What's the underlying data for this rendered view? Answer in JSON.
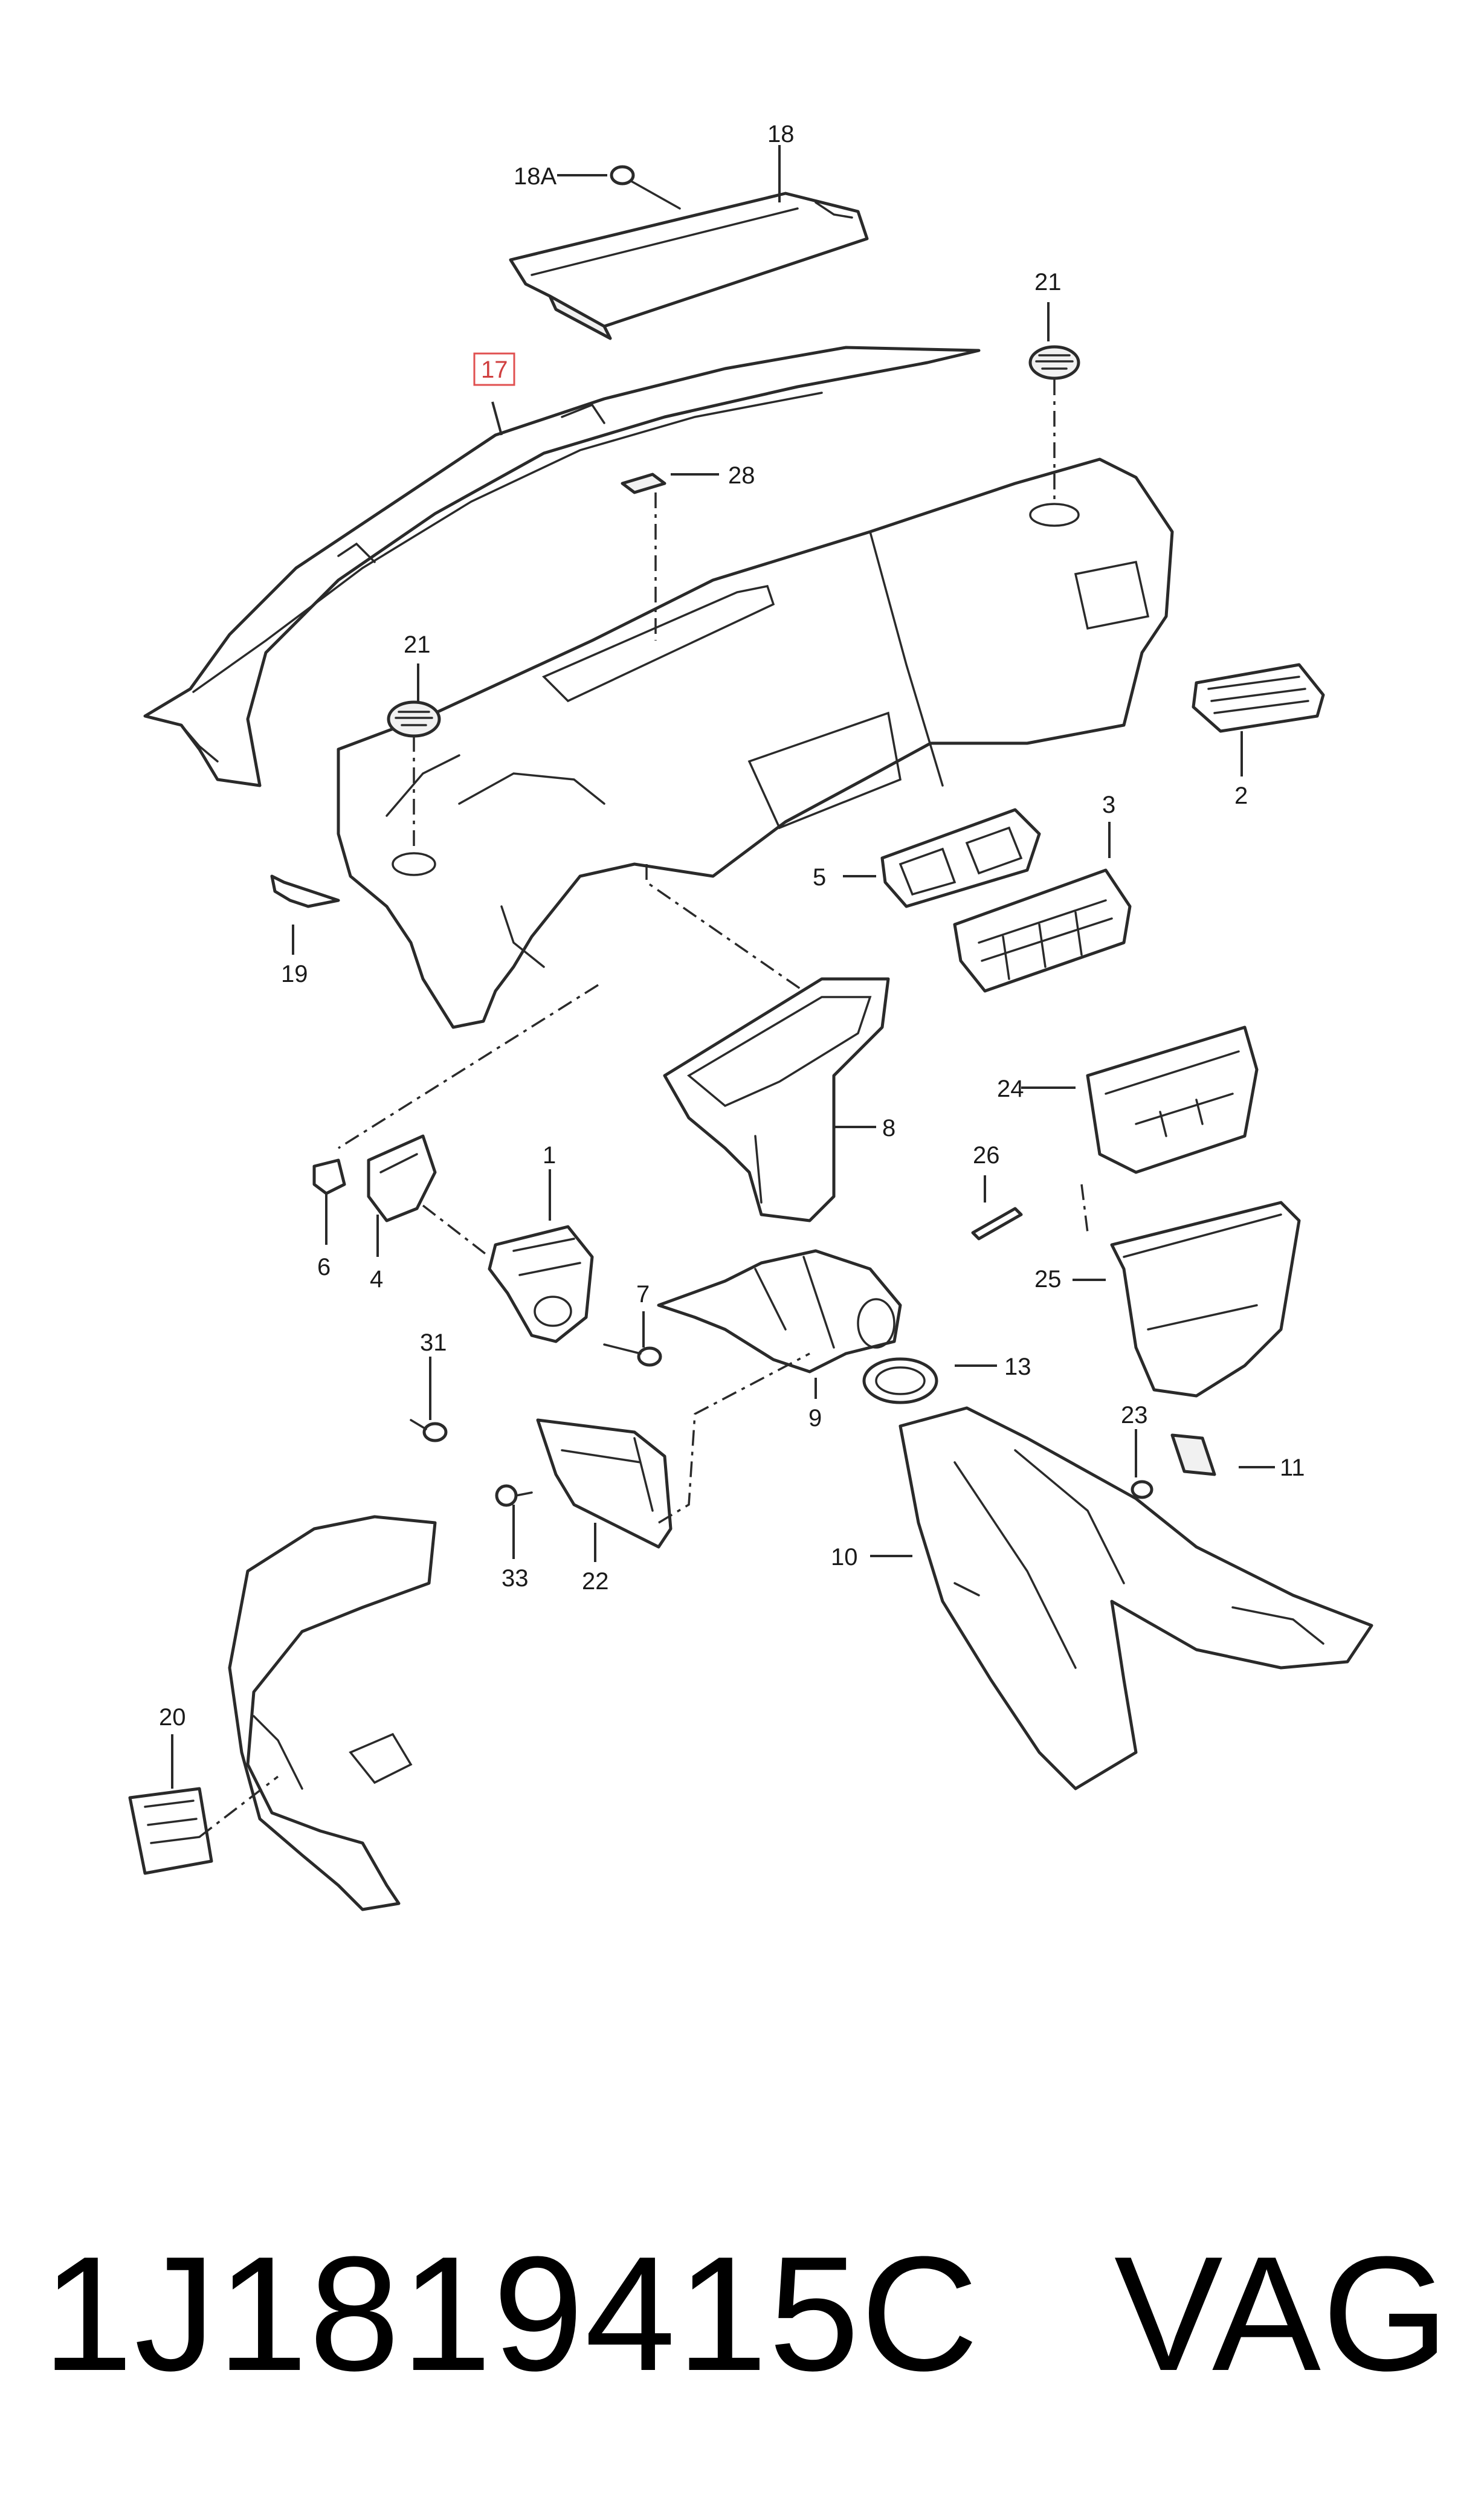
{
  "diagram": {
    "highlight_color": "#e05050",
    "callouts": {
      "c1": "1",
      "c2": "2",
      "c3": "3",
      "c4": "4",
      "c5": "5",
      "c6": "6",
      "c7": "7",
      "c8": "8",
      "c9": "9",
      "c10": "10",
      "c11": "11",
      "c13": "13",
      "c17": "17",
      "c18": "18",
      "c18a": "18A",
      "c19": "19",
      "c20": "20",
      "c21a": "21",
      "c21b": "21",
      "c22": "22",
      "c23": "23",
      "c24": "24",
      "c25": "25",
      "c26": "26",
      "c28": "28",
      "c31": "31",
      "c33": "33"
    }
  },
  "footer": {
    "part_number": "1J1819415C",
    "brand": "VAG"
  }
}
